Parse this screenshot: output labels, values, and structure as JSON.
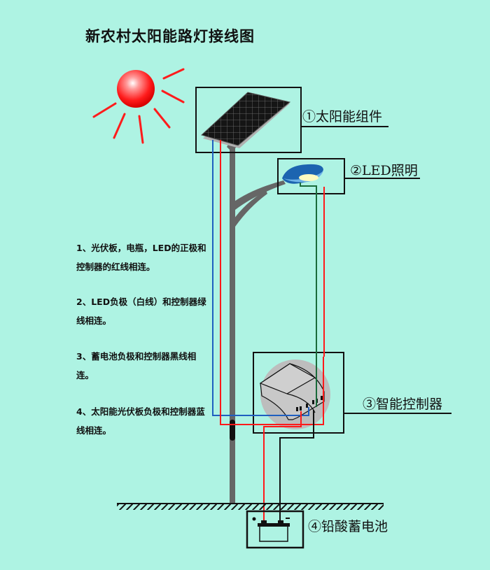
{
  "title": "新农村太阳能路灯接线图",
  "components": [
    {
      "id": "solar-panel",
      "label": "①太阳能组件"
    },
    {
      "id": "led-light",
      "label": "②LED照明"
    },
    {
      "id": "controller",
      "label": "③智能控制器"
    },
    {
      "id": "battery",
      "label": "④铅酸蓄电池"
    }
  ],
  "notes": [
    "1、光伏板，电瓶，LED的正极和控制器的红线相连。",
    "2、LED负极（白线）和控制器绿线相连。",
    "3、蓄电池负极和控制器黑线相连。",
    "4、太阳能光伏板负极和控制器蓝线相连。"
  ],
  "battery_terminals": {
    "positive": "•",
    "negative": "−"
  },
  "colors": {
    "background": "#aef3e3",
    "positive_wire": "#ff1a1a",
    "negative_pv_wire": "#1f5fc0",
    "led_negative_wire": "#1a6b3a",
    "battery_negative_wire": "#111111",
    "pole": "#666666",
    "sun": "#ff2020"
  }
}
